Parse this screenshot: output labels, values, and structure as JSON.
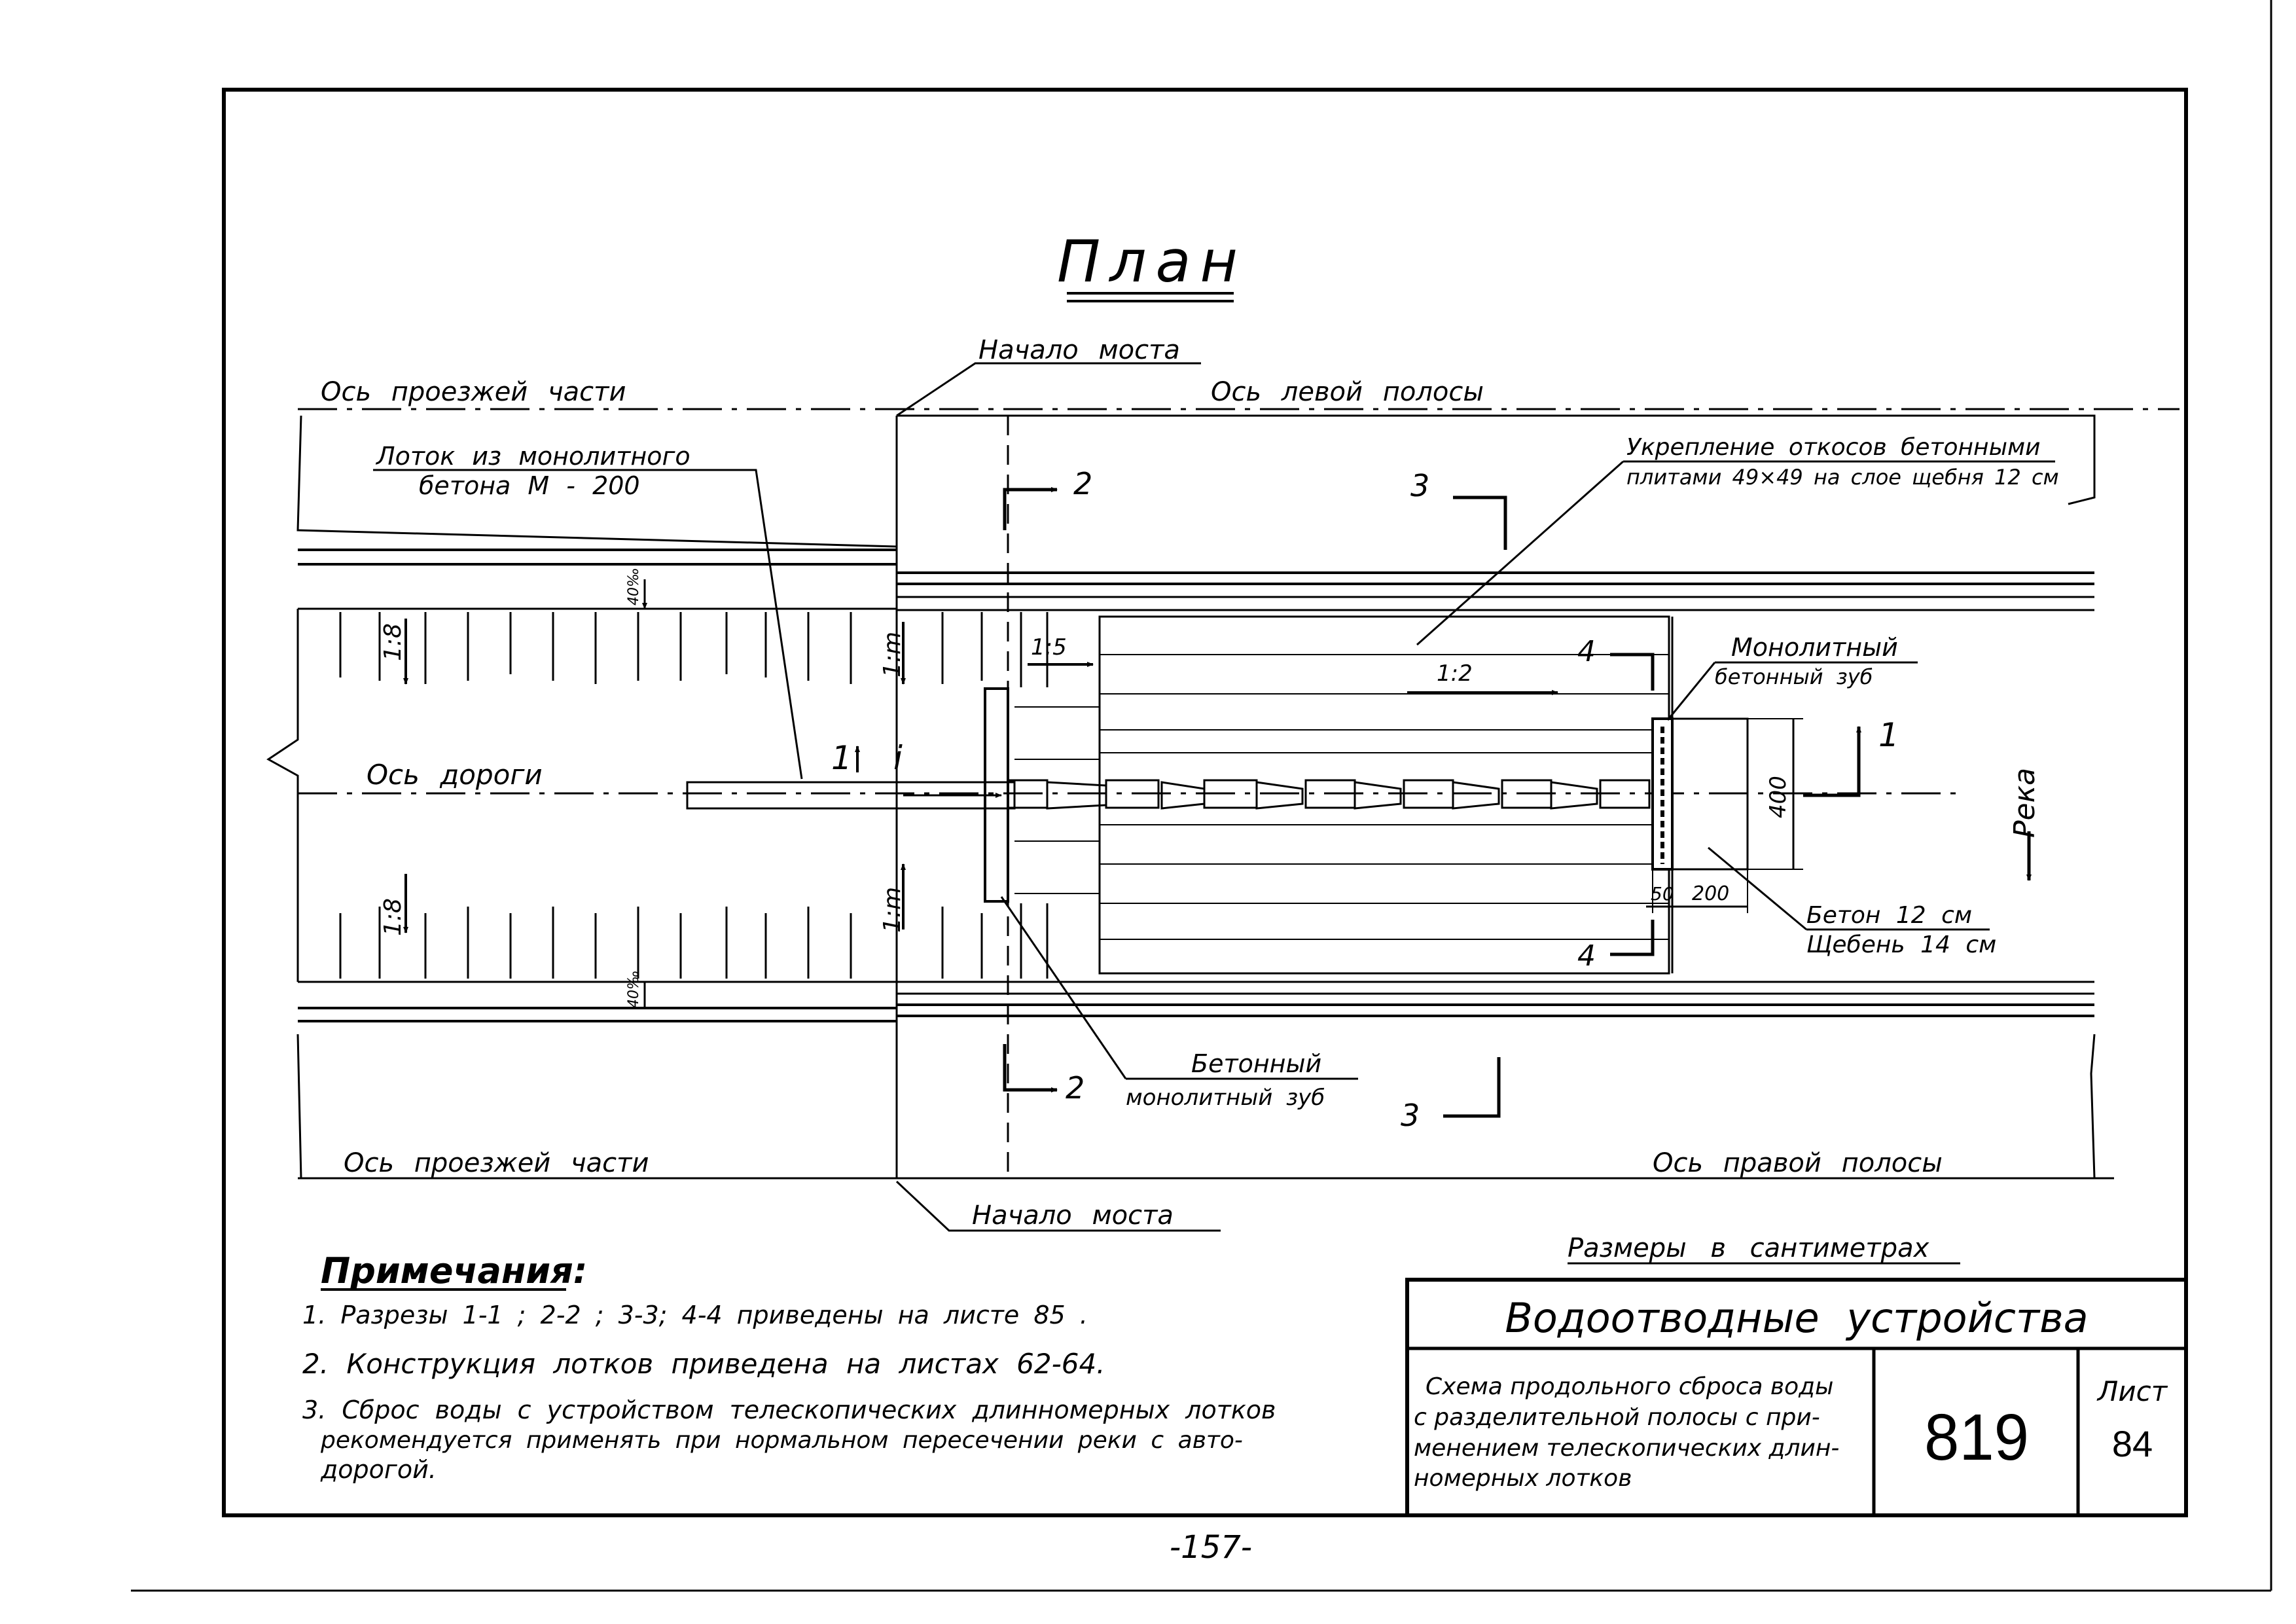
{
  "title": "План",
  "labels": {
    "bridge_start_top": "Начало моста",
    "bridge_start_bottom": "Начало моста",
    "carriageway_axis_top": "Ось проезжей части",
    "carriageway_axis_bottom": "Ось проезжей части",
    "left_lane_axis": "Ось левой полосы",
    "right_lane_axis": "Ось правой полосы",
    "road_axis": "Ось дороги",
    "river": "Река",
    "tray_line1": "Лоток из монолитного",
    "tray_line2": "бетона М - 200",
    "slope_line1": "Укрепление откосов бетонными",
    "slope_line2": "плитами 49×49 на слое щебня 12 см",
    "tooth_r_line1": "Монолитный",
    "tooth_r_line2": "бетонный зуб",
    "tooth_b_line1": "Бетонный",
    "tooth_b_line2": "монолитный зуб",
    "concrete": "Бетон 12 см",
    "gravel": "Щебень 14 см"
  },
  "slopes": {
    "s18_top": "1:8",
    "s18_bot": "1:8",
    "s1m_top": "1:m",
    "s1m_bot": "1:m",
    "s15": "1:5",
    "s12": "1:2",
    "p40_top": "40‰",
    "p40_bot": "40‰"
  },
  "sections": {
    "s1a": "1",
    "s1b": "1",
    "i": "i",
    "s2top": "2",
    "s2bot": "2",
    "s3top": "3",
    "s3bot": "3",
    "s4top": "4",
    "s4bot": "4"
  },
  "dims": {
    "d400": "400",
    "d50": "50",
    "d200": "200"
  },
  "units_note": "Размеры в сантиметрах",
  "notes": {
    "heading": "Примечания:",
    "n1": "1. Разрезы 1-1 ; 2-2 ; 3-3; 4-4 приведены на листе 85 .",
    "n2": "2. Конструкция лотков приведена на листах 62-64.",
    "n3_l1": "3. Сброс воды с устройством телескопических длинномерных лотков",
    "n3_l2": "рекомендуется применять при нормальном пересечении реки с авто-",
    "n3_l3": "дорогой."
  },
  "stamp": {
    "title": "Водоотводные устройства",
    "desc_l1": "Схема продольного сброса воды",
    "desc_l2": "с разделительной полосы с при-",
    "desc_l3": "менением телескопических длин-",
    "desc_l4": "номерных лотков",
    "number": "819",
    "sheet_label": "Лист",
    "sheet_no": "84"
  },
  "page_number": "-157-"
}
